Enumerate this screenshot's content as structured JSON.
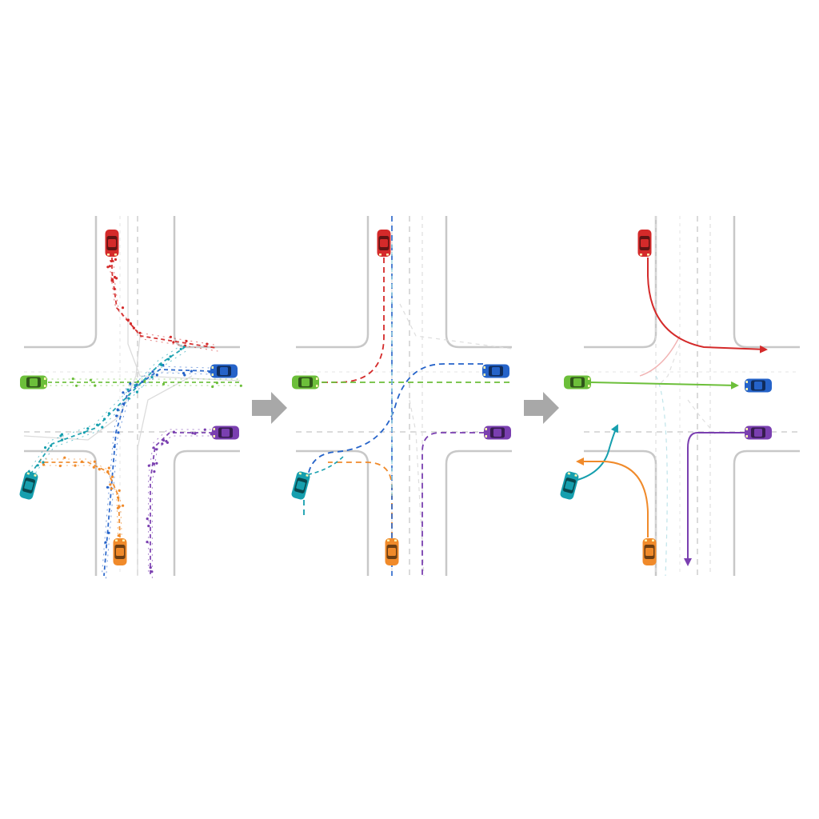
{
  "diagram": {
    "panels": [
      "sampled-trajectories",
      "candidate-trajectories",
      "final-trajectories"
    ],
    "stage_arrow_color": "#a8a8a8",
    "road_edge_color": "#c8c8c8",
    "lane_marking_color": "#cfcfcf",
    "vehicles": [
      {
        "id": "red",
        "color": "#d42a2a",
        "maneuver": "right-turn"
      },
      {
        "id": "green",
        "color": "#6cbf3a",
        "maneuver": "straight"
      },
      {
        "id": "blue",
        "color": "#2563c9",
        "maneuver": "left-turn"
      },
      {
        "id": "purple",
        "color": "#7a3fb0",
        "maneuver": "left-turn"
      },
      {
        "id": "teal",
        "color": "#169fae",
        "maneuver": "right-turn"
      },
      {
        "id": "orange",
        "color": "#f08a2a",
        "maneuver": "left-turn"
      }
    ],
    "icons": [
      "car-icon",
      "arrow-right-icon"
    ]
  }
}
